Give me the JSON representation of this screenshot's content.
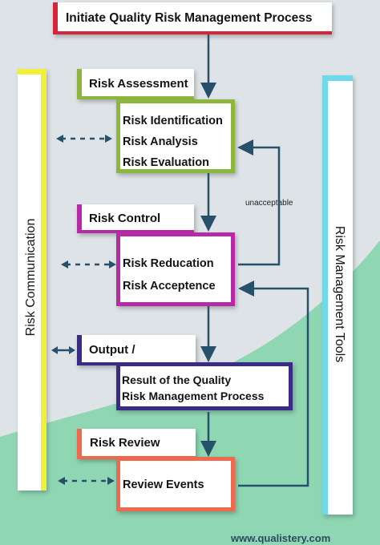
{
  "title": "Initiate Quality Risk Management Process",
  "left_bar_label": "Risk Communication",
  "right_bar_label": "Risk Management Tools",
  "sections": {
    "assessment": {
      "header": "Risk Assessment",
      "items": [
        "Risk Identification",
        "Risk Analysis",
        "Risk Evaluation"
      ]
    },
    "control": {
      "header": "Risk Control",
      "items": [
        "Risk Reducation",
        "Risk Acceptence"
      ]
    },
    "output": {
      "header": "Output /",
      "items": [
        "Result of the Quality",
        "Risk Management Process"
      ]
    },
    "review": {
      "header": "Risk Review",
      "items": [
        "Review Events"
      ]
    }
  },
  "loop_label": "unacceptable",
  "footer": "www.qualistery.com",
  "colors": {
    "title_border": "#d6243a",
    "left_bar": "#f0ef3a",
    "right_bar": "#6fd9ea",
    "assessment": "#8db63c",
    "control": "#b62aa6",
    "output": "#3a2b86",
    "review": "#ee6a4f",
    "arrow": "#27506b",
    "wave": "#8fd6b3"
  }
}
